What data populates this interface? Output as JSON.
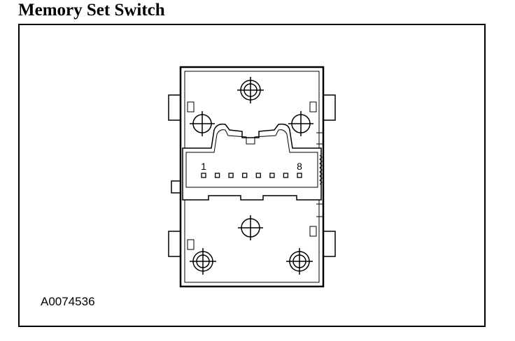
{
  "title": "Memory Set Switch",
  "figure_id": "A0074536",
  "connector": {
    "first_pin_label": "1",
    "last_pin_label": "8",
    "pin_count": 8
  },
  "colors": {
    "line": "#000000",
    "background": "#ffffff"
  }
}
